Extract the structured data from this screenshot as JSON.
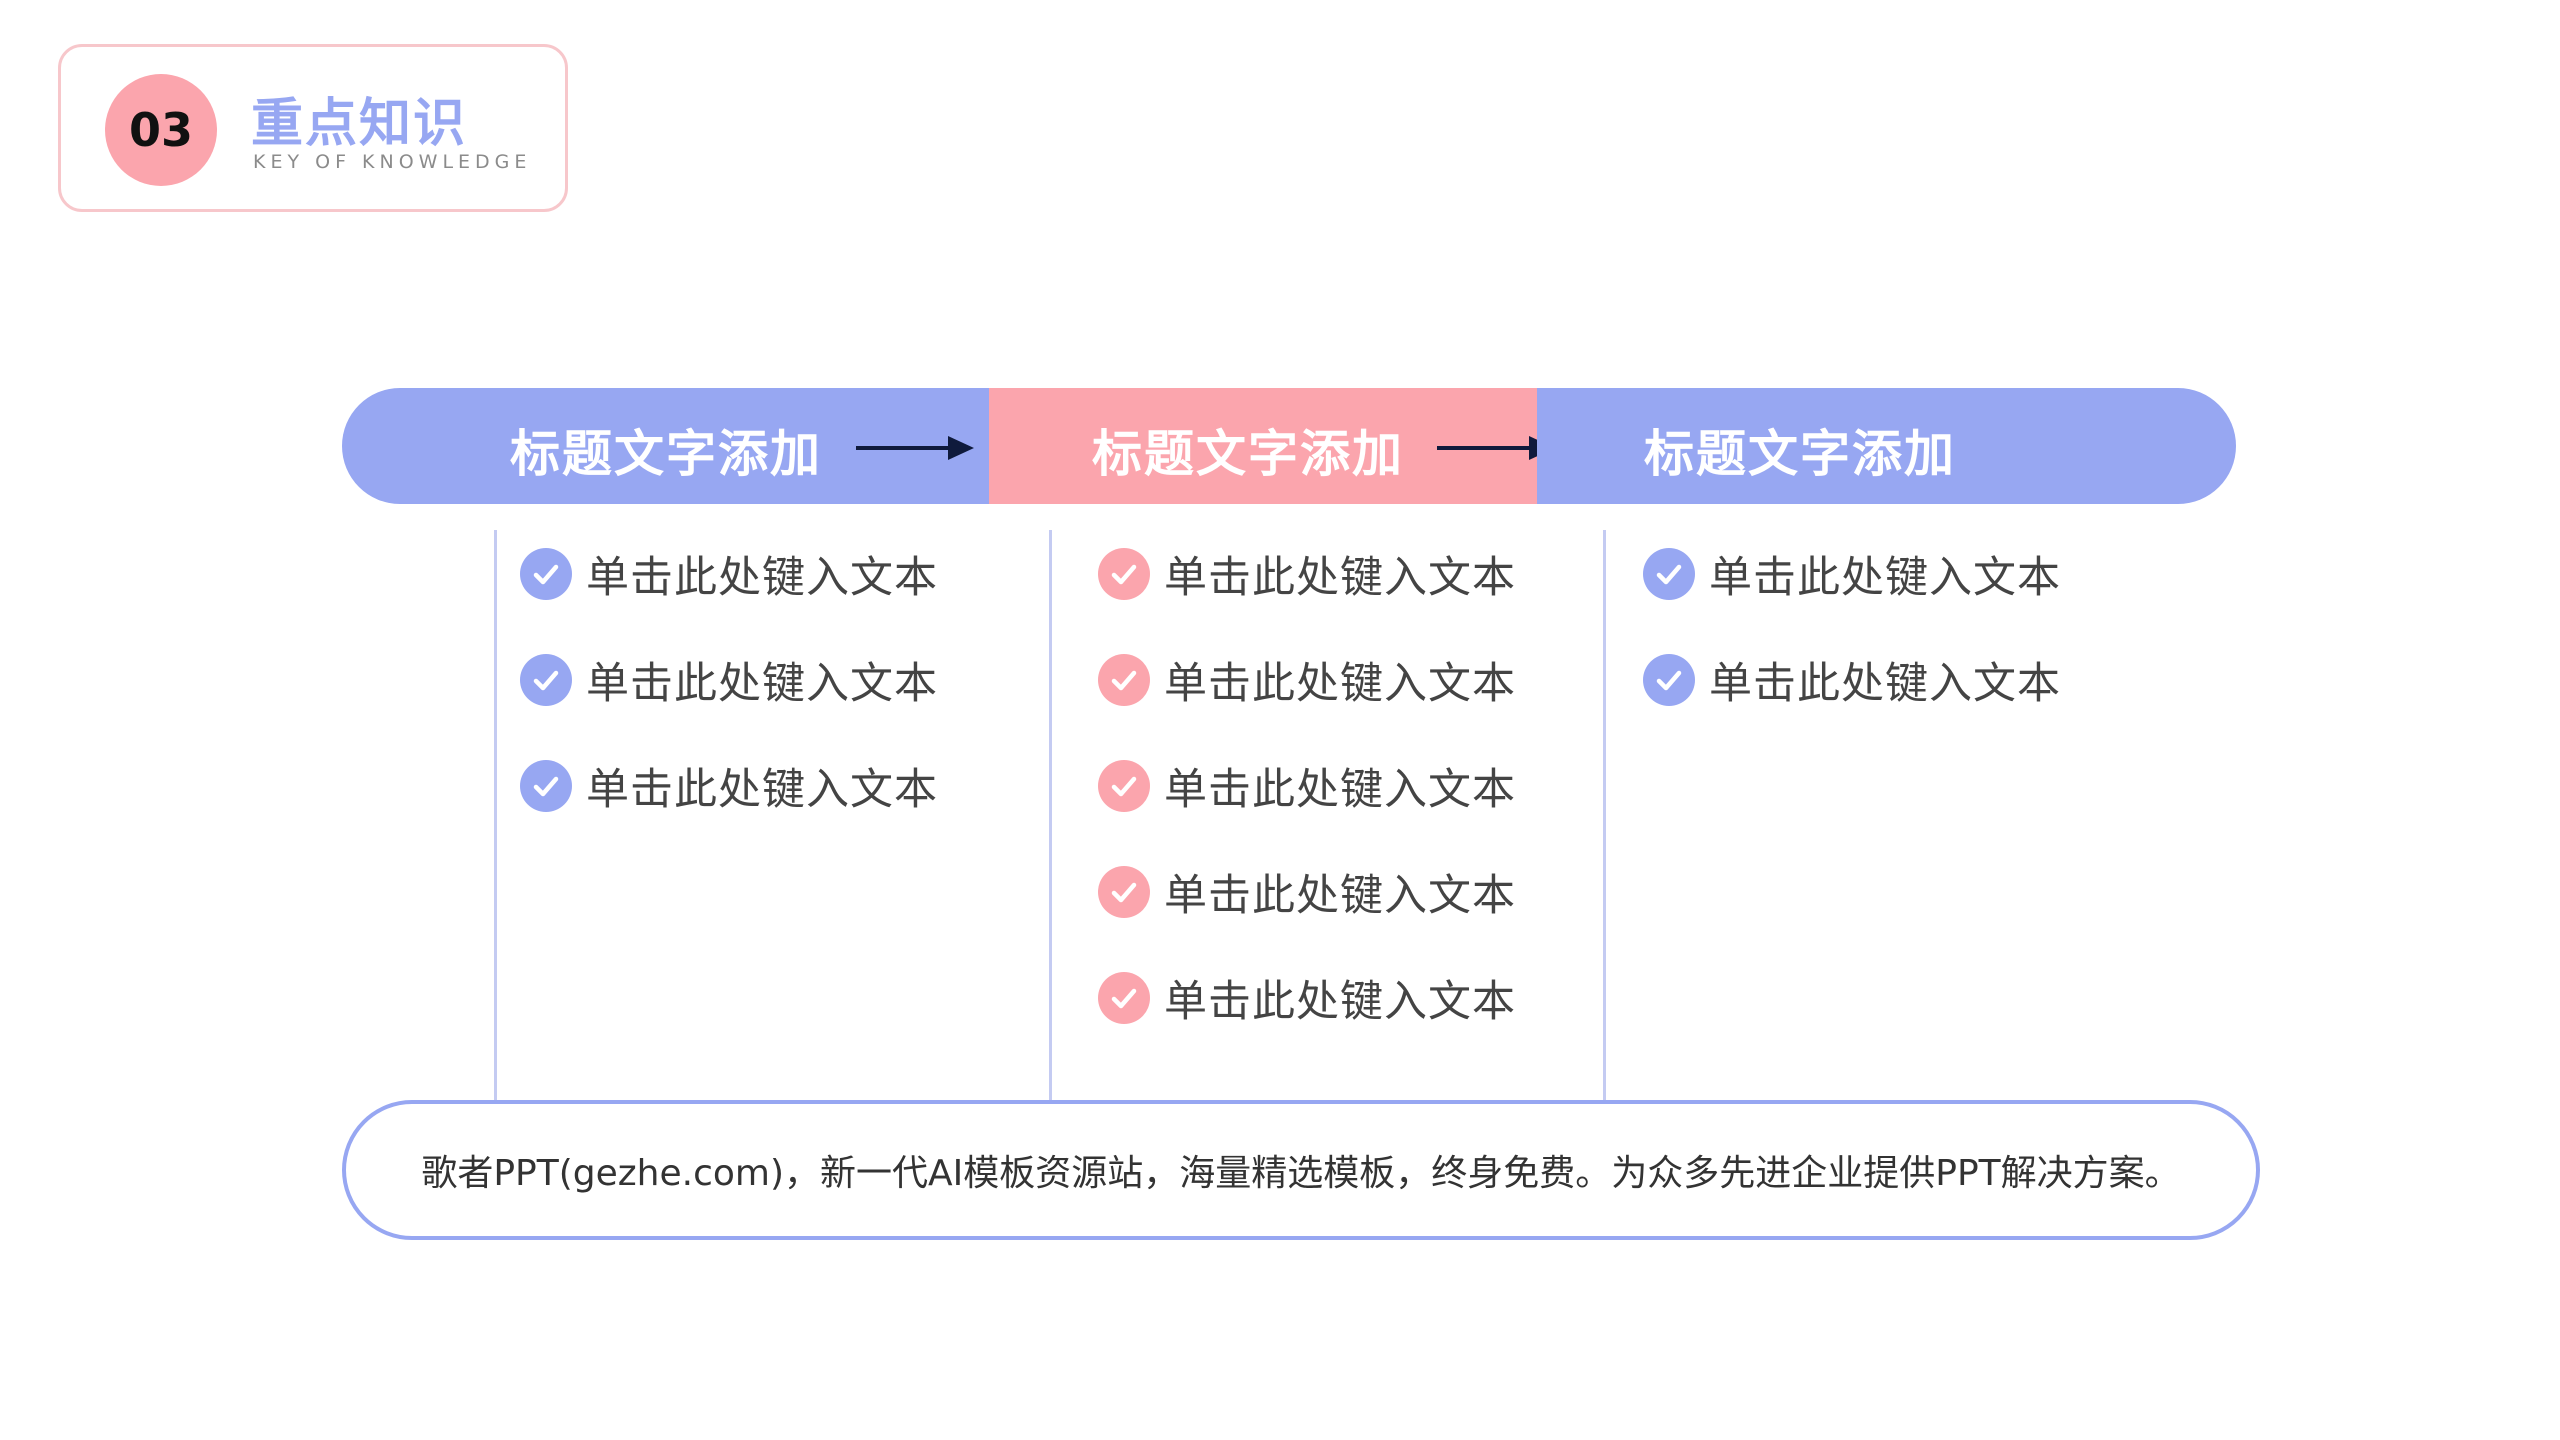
{
  "header": {
    "number": "03",
    "title": "重点知识",
    "subtitle": "KEY OF KNOWLEDGE"
  },
  "columns": [
    {
      "title": "标题文字添加",
      "accent": "#97a7f2",
      "items": [
        "单击此处键入文本",
        "单击此处键入文本",
        "单击此处键入文本"
      ]
    },
    {
      "title": "标题文字添加",
      "accent": "#fba5ad",
      "items": [
        "单击此处键入文本",
        "单击此处键入文本",
        "单击此处键入文本",
        "单击此处键入文本",
        "单击此处键入文本"
      ]
    },
    {
      "title": "标题文字添加",
      "accent": "#97a7f2",
      "items": [
        "单击此处键入文本",
        "单击此处键入文本"
      ]
    }
  ],
  "footer": {
    "text": "歌者PPT(gezhe.com)，新一代AI模板资源站，海量精选模板，终身免费。为众多先进企业提供PPT解决方案。"
  },
  "colors": {
    "blue": "#97a7f2",
    "pink": "#fba5ad",
    "arrow": "#0f1a3c"
  },
  "icons": {
    "check": "check-circle-icon",
    "arrow": "arrow-right-icon"
  }
}
